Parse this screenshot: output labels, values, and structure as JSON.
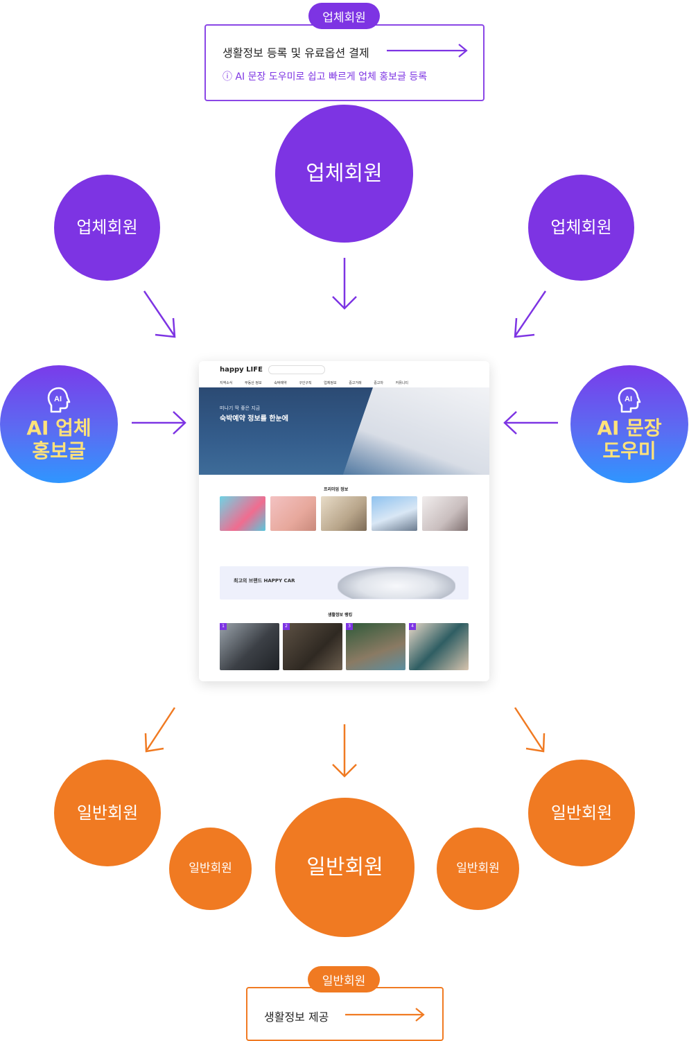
{
  "top_box": {
    "badge": "업체회원",
    "line1": "생활정보 등록 및 유료옵션 결제",
    "info_glyph": "ⓘ",
    "note": "AI 문장 도우미로 쉽고 빠르게 업체 홍보글 등록"
  },
  "business_nodes": [
    "업체회원",
    "업체회원",
    "업체회원"
  ],
  "ai_nodes": {
    "left": {
      "icon": "ai-head-icon",
      "title": "AI 업체\n홍보글"
    },
    "right": {
      "icon": "ai-head-icon",
      "title": "AI 문장\n도우미"
    },
    "icon_text": "AI"
  },
  "screen": {
    "logo": "happy LIFE",
    "nav": [
      "지역소식",
      "부동산 정보",
      "숙박예약",
      "구인구직",
      "업체정보",
      "중고거래",
      "중고차",
      "커뮤니티"
    ],
    "hero_small": "떠나기 딱 좋은 지금",
    "hero_title": "숙박예약 정보를 한눈에",
    "premium_title": "프리미엄 정보",
    "banner_title": "최고의 브랜드 HAPPY CAR",
    "ranking_title": "생활정보 랭킹",
    "ranks": [
      "1",
      "2",
      "3",
      "4"
    ]
  },
  "general_nodes": [
    "일반회원",
    "일반회원",
    "일반회원",
    "일반회원",
    "일반회원"
  ],
  "bottom_box": {
    "badge": "일반회원",
    "line1": "생활정보 제공"
  },
  "colors": {
    "purple": "#7d34e3",
    "orange": "#f07a22",
    "ai_gradient_top": "#7a3bea",
    "ai_gradient_bottom": "#2f96ff",
    "ai_text": "#ffe27a"
  }
}
